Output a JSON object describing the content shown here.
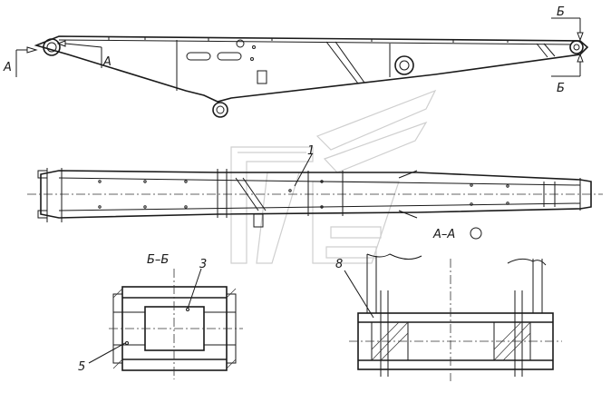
{
  "section_labels": {
    "a_left": "A",
    "a_right": "A",
    "b_top": "Б",
    "b_bottom": "Б",
    "view_bb": "Б–Б",
    "view_aa": "А–А"
  },
  "callouts": {
    "c1": "1",
    "c3": "3",
    "c5": "5",
    "c8": "8"
  }
}
